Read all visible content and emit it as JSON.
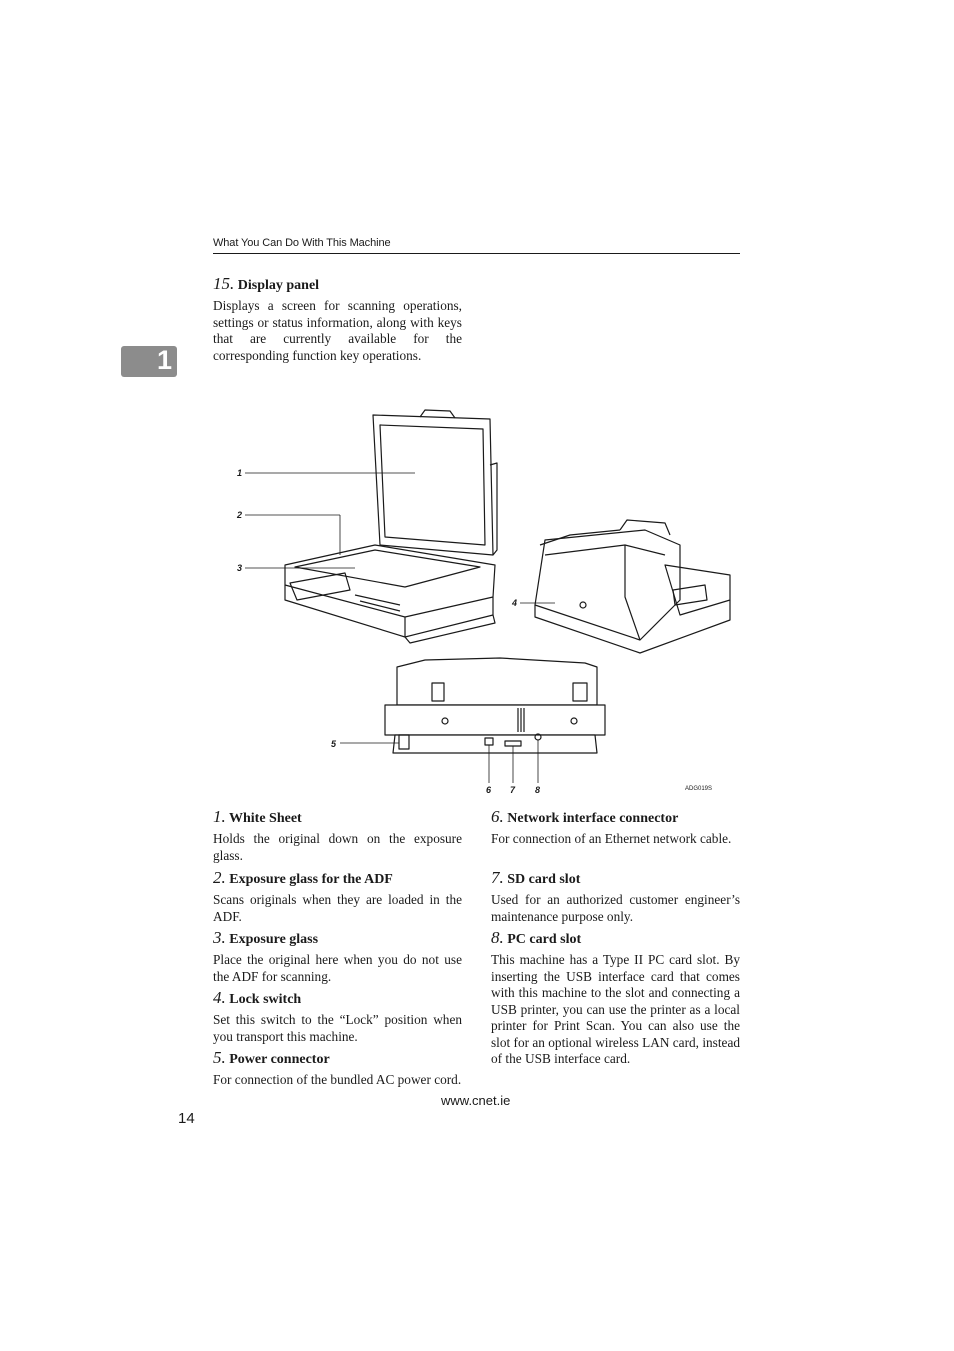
{
  "header": {
    "running_title": "What You Can Do With This Machine"
  },
  "chapter_tab": {
    "number": "1"
  },
  "intro_item": {
    "number": "15.",
    "title": "Display panel",
    "body": "Displays a screen for scanning operations, settings or status information, along with keys that are currently available for the corresponding function key operations."
  },
  "figure": {
    "callouts": [
      "1",
      "2",
      "3",
      "4",
      "5",
      "6",
      "7",
      "8"
    ],
    "code": "ADG019S"
  },
  "items": [
    {
      "number": "1.",
      "title": "White Sheet",
      "body": "Holds the original down on the exposure glass."
    },
    {
      "number": "2.",
      "title": "Exposure glass for the ADF",
      "body": "Scans originals when they are loaded in the ADF."
    },
    {
      "number": "3.",
      "title": "Exposure glass",
      "body": "Place the original here when you do not use the ADF for scanning."
    },
    {
      "number": "4.",
      "title": "Lock switch",
      "body": "Set this switch to the “Lock” position when you transport this machine."
    },
    {
      "number": "5.",
      "title": "Power connector",
      "body": "For connection of the bundled AC power cord."
    },
    {
      "number": "6.",
      "title": "Network interface connector",
      "body": "For connection of an Ethernet network cable."
    },
    {
      "number": "7.",
      "title": "SD card slot",
      "body": "Used for an authorized customer engineer’s maintenance purpose only."
    },
    {
      "number": "8.",
      "title": "PC card slot",
      "body": "This machine has a Type II PC card slot. By inserting the USB interface card that comes with this machine to the slot and connecting a USB printer, you can use the printer as a local printer for Print Scan. You can also use the slot for an optional wireless LAN card, instead of the USB interface card."
    }
  ],
  "footer": {
    "url": "www.cnet.ie",
    "page_number": "14"
  }
}
